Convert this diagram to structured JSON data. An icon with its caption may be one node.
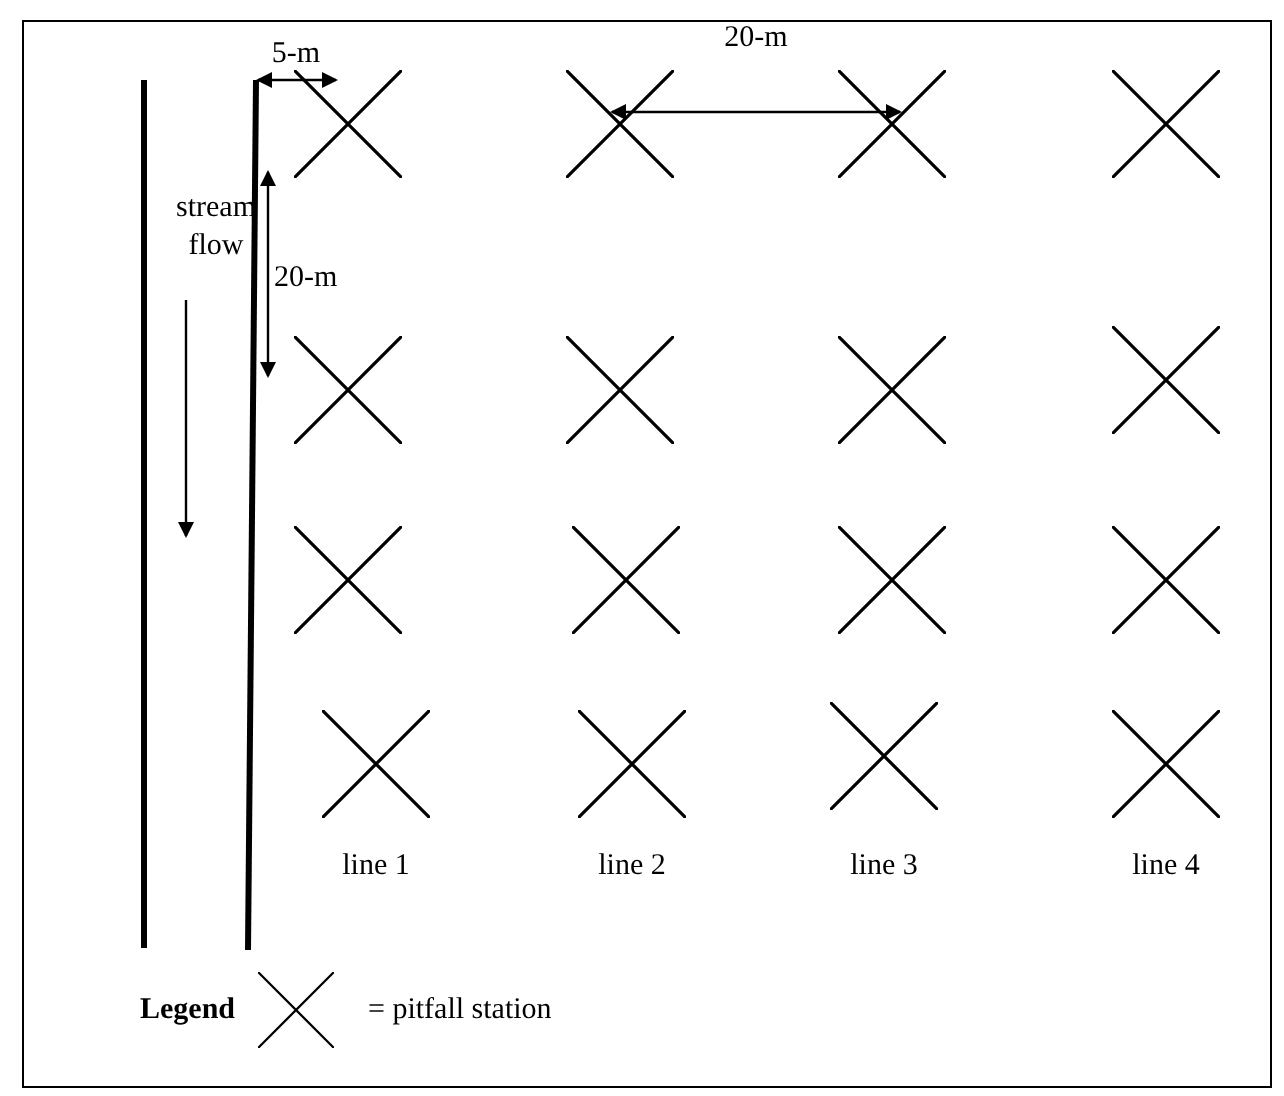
{
  "diagram": {
    "labels": [
      "20-m",
      "5-m",
      "stream flow",
      "20-m",
      "line 1",
      "line 2",
      "line 3",
      "line 4",
      "Legend"
    ],
    "legend": [
      {
        "text": "= pitfall station"
      }
    ]
  }
}
